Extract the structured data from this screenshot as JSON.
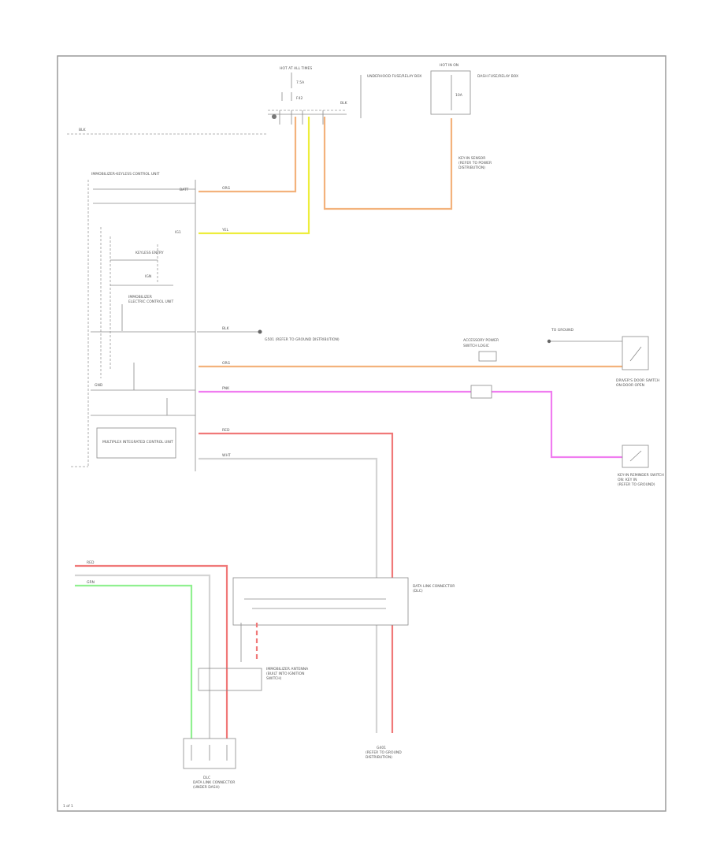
{
  "colors": {
    "orange": "#f3b27c",
    "yellow": "#eded3c",
    "magenta": "#f07cf0",
    "red": "#f07878",
    "green": "#90f090",
    "white": "#d4d4d4",
    "frame": "#9a9a9a",
    "ink": "#555555"
  },
  "labels": {
    "fuse_block_title": "HOT AT ALL TIMES",
    "fuse_block_desc": "UNDERHOOD FUSE/RELAY BOX",
    "fuse_rating": "7.5A",
    "fuse_id": "F42",
    "relay_title": "HOT IN ON",
    "relay_desc": "DASH FUSE/RELAY BOX",
    "relay_fuse": "10A",
    "ground_note": "(REFER TO GROUND DISTRIBUTION)",
    "module_title": "IMMOBILIZER-KEYLESS CONTROL UNIT",
    "module_inner": "KEYLESS ENTRY",
    "module_switch": "IGN",
    "module_sub": "IMMOBILIZER",
    "module_note": "ELECTRIC CONTROL UNIT",
    "module_box": "MULTIPLEX INTEGRATED CONTROL UNIT",
    "pin_batt": "BATT",
    "pin_ign": "IG1",
    "pin_gnd": "GND",
    "ground_ref": "G501 (REFER TO GROUND DISTRIBUTION)",
    "junction_top": "ACCESSORY POWER",
    "junction_sub": "SWITCH LOGIC",
    "door_switch": "DRIVER'S DOOR SWITCH",
    "door_switch_sub": "ON:DOOR OPEN",
    "door_ground": "TO GROUND",
    "key_switch": "KEY-IN REMINDER SWITCH",
    "key_switch_sub": "ON: KEY IN",
    "key_ground": "(REFER TO GROUND)",
    "data_link": "DATA LINK CONNECTOR",
    "data_link_sub": "(DLC)",
    "antenna": "IMMOBILIZER ANTENNA",
    "antenna_sub": "(BUILT INTO IGNITION",
    "antenna_sub2": "SWITCH)",
    "sensor": "KEY-IN SENSOR",
    "sensor_sub": "(REFER TO POWER",
    "sensor_sub2": "DISTRIBUTION)",
    "ground_bottom": "G401",
    "ground_bottom_sub": "(REFER TO GROUND",
    "ground_bottom_sub2": "DISTRIBUTION)",
    "plug_title": "DLC",
    "plug_sub": "DATA LINK CONNECTOR",
    "plug_sub2": "(UNDER DASH)",
    "wire_org": "ORG",
    "wire_yel": "YEL",
    "wire_pnk": "PNK",
    "wire_red": "RED",
    "wire_grn": "GRN",
    "wire_wht": "WHT",
    "wire_blk": "BLK",
    "page_tag": "1 of 1"
  }
}
